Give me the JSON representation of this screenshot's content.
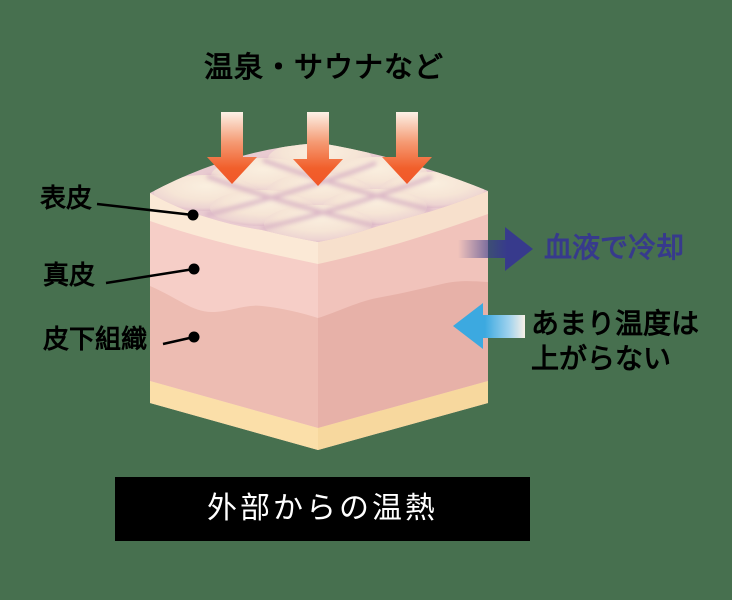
{
  "title": "温泉・サウナなど",
  "skin": {
    "layers": [
      {
        "label": "表皮"
      },
      {
        "label": "真皮"
      },
      {
        "label": "皮下組織"
      }
    ]
  },
  "annotations": {
    "cooling_label": "血液で冷却",
    "temp_line1": "あまり温度は",
    "temp_line2": "上がらない"
  },
  "caption": "外部からの温熱",
  "colors": {
    "background": "#47704F",
    "heat_arrow": "#F1582A",
    "cooling_arrow": "#373A8C",
    "cooling_text": "#373A8C",
    "temp_arrow": "#3CA9E0",
    "epidermis": "#FBE9D6",
    "dermis": "#F6CEC7",
    "subcutis": "#EDBCB2",
    "fat_base": "#FBDFA9",
    "caption_bg": "#000000",
    "caption_text": "#FFFFFF",
    "label_text": "#000000"
  }
}
